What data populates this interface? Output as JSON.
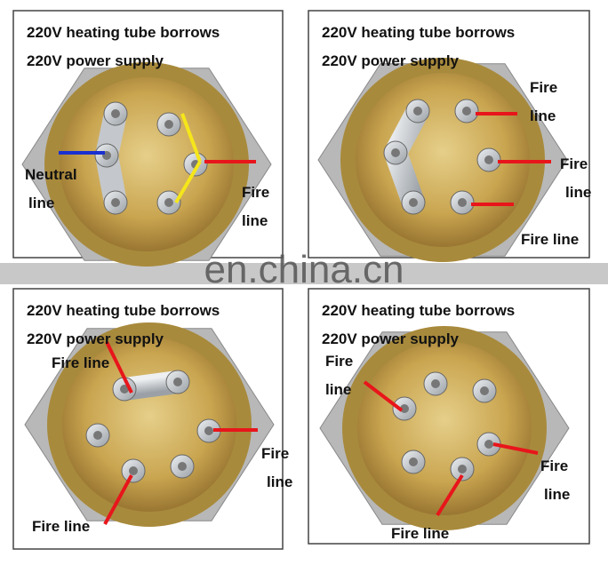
{
  "panels": [
    {
      "title": "220V heating tube borrows",
      "subtitle": "220V power supply",
      "labels": [
        "Neutral",
        "line",
        "Fire",
        "line"
      ]
    },
    {
      "title": "220V heating tube borrows",
      "subtitle": "220V power supply",
      "labels": [
        "Fire",
        "line",
        "Fire",
        "line",
        "Fire line"
      ]
    },
    {
      "title": "220V heating tube borrows",
      "subtitle": "220V power supply",
      "labels": [
        "Fire line",
        "Fire",
        "line",
        "Fire line"
      ]
    },
    {
      "title": "220V heating tube borrows",
      "subtitle": "220V power supply",
      "labels": [
        "Fire",
        "line",
        "Fire",
        "line",
        "Fire line"
      ]
    }
  ],
  "watermark": "en.china.cn",
  "colors": {
    "fire_wire": "#e8151b",
    "neutral_wire": "#1a2fd0",
    "jumper_wire": "#f5e61a",
    "brass": "#c9a550"
  }
}
